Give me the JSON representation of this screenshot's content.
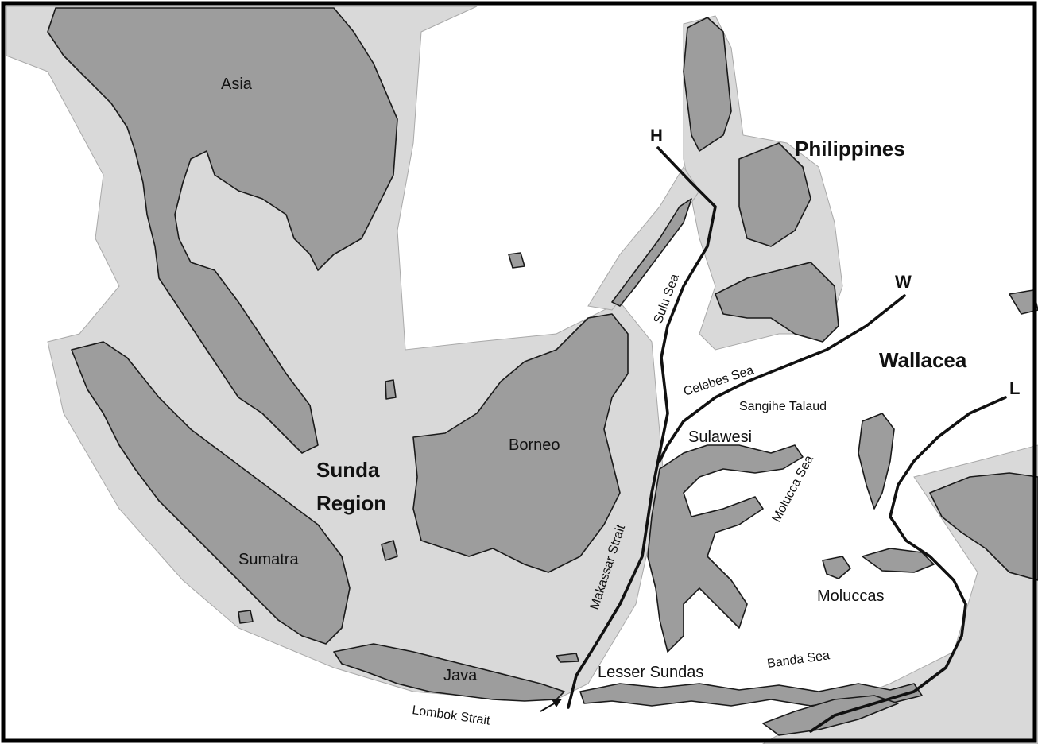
{
  "map": {
    "labels": {
      "asia": "Asia",
      "philippines": "Philippines",
      "sulu_sea": "Sulu Sea",
      "wallacea": "Wallacea",
      "celebes_sea": "Celebes Sea",
      "sangihe_talaud": "Sangihe Talaud",
      "sulawesi": "Sulawesi",
      "molucca_sea": "Molucca Sea",
      "borneo": "Borneo",
      "sunda_line1": "Sunda",
      "sunda_line2": "Region",
      "makassar_strait": "Makassar Strait",
      "sumatra": "Sumatra",
      "moluccas": "Moluccas",
      "banda_sea": "Banda Sea",
      "java": "Java",
      "lesser_sundas": "Lesser Sundas",
      "lombok_strait": "Lombok Strait"
    },
    "lines": {
      "huxley": "H",
      "wallace": "W",
      "lydekker": "L"
    }
  }
}
